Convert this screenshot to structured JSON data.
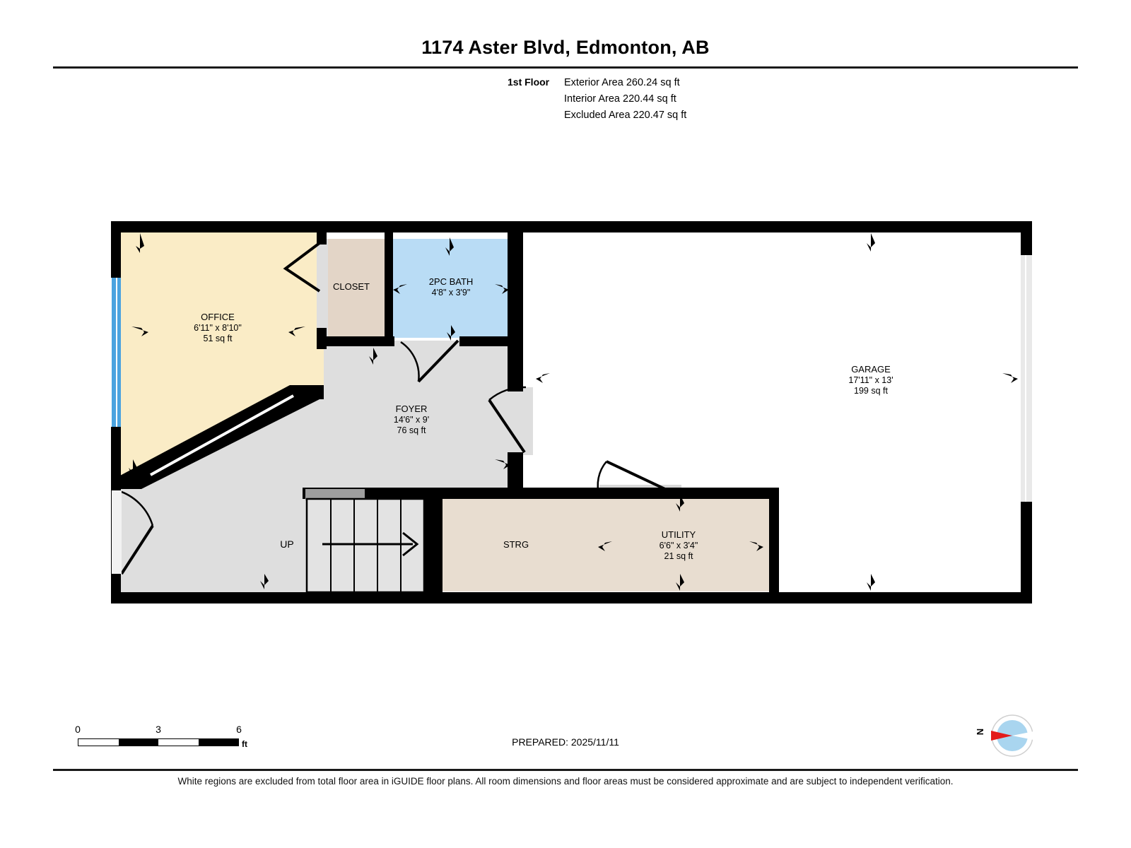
{
  "header": {
    "title": "1174 Aster Blvd, Edmonton, AB",
    "floor_label": "1st Floor",
    "areas": [
      "Exterior Area 260.24 sq ft",
      "Interior Area 220.44 sq ft",
      "Excluded Area 220.47 sq ft"
    ]
  },
  "rooms": {
    "office": {
      "name": "OFFICE",
      "dim": "6'11\" x 8'10\"",
      "area": "51 sq ft",
      "fill": "#faecc6"
    },
    "closet": {
      "name": "CLOSET",
      "dim": "",
      "area": "",
      "fill": "#e3d5c7"
    },
    "bath": {
      "name": "2PC BATH",
      "dim": "4'8\" x 3'9\"",
      "area": "",
      "fill": "#b9dcf5"
    },
    "foyer": {
      "name": "FOYER",
      "dim": "14'6\" x 9'",
      "area": "76 sq ft",
      "fill": "#dedede"
    },
    "garage": {
      "name": "GARAGE",
      "dim": "17'11\" x 13'",
      "area": "199 sq ft",
      "fill": "#ffffff"
    },
    "strg": {
      "name": "STRG",
      "dim": "",
      "area": "",
      "fill": "#e8ddd0"
    },
    "utility": {
      "name": "UTILITY",
      "dim": "6'6\" x 3'4\"",
      "area": "21 sq ft",
      "fill": "#e8ddd0"
    },
    "stairs": {
      "name": "UP",
      "dim": "",
      "area": "",
      "fill": "#dedede"
    }
  },
  "colors": {
    "wall": "#000000",
    "window": "#4aa3df",
    "door_swing": "#000000",
    "compass_body": "#a9d5ef",
    "compass_needle": "#e31b1b",
    "rule": "#1a1a1a"
  },
  "scale": {
    "ticks": [
      "0",
      "3",
      "6"
    ],
    "unit": "ft"
  },
  "footer": {
    "prepared": "PREPARED: 2025/11/11",
    "disclaimer": "White regions are excluded from total floor area in iGUIDE floor plans. All room dimensions and floor areas must be considered approximate and are subject to independent verification."
  }
}
